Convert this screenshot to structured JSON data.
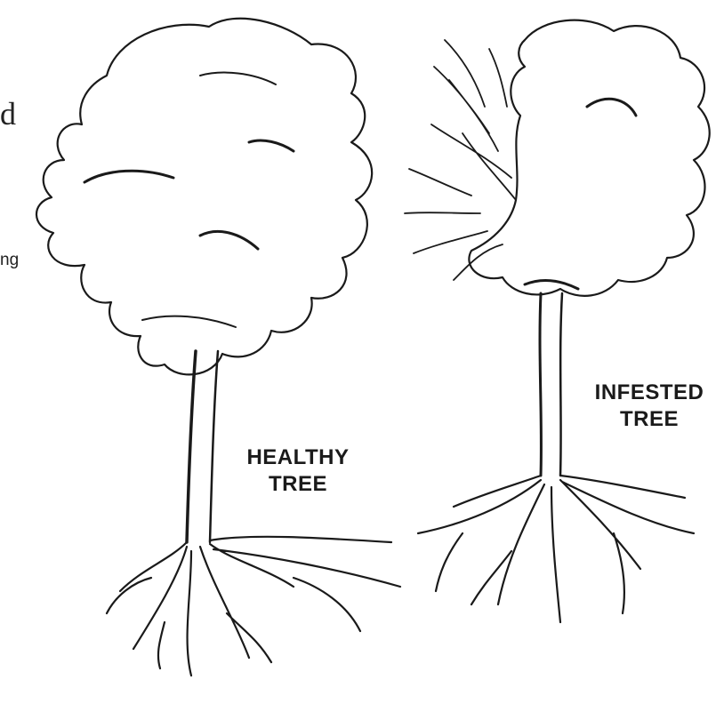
{
  "edge_text": {
    "fragment_1": "d",
    "fragment_2": "ng"
  },
  "labels": {
    "healthy": {
      "line1": "HEALTHY",
      "line2": "TREE"
    },
    "infested": {
      "line1": "INFESTED",
      "line2": "TREE"
    }
  },
  "colors": {
    "ink": "#1a1a1a",
    "background": "#ffffff"
  }
}
